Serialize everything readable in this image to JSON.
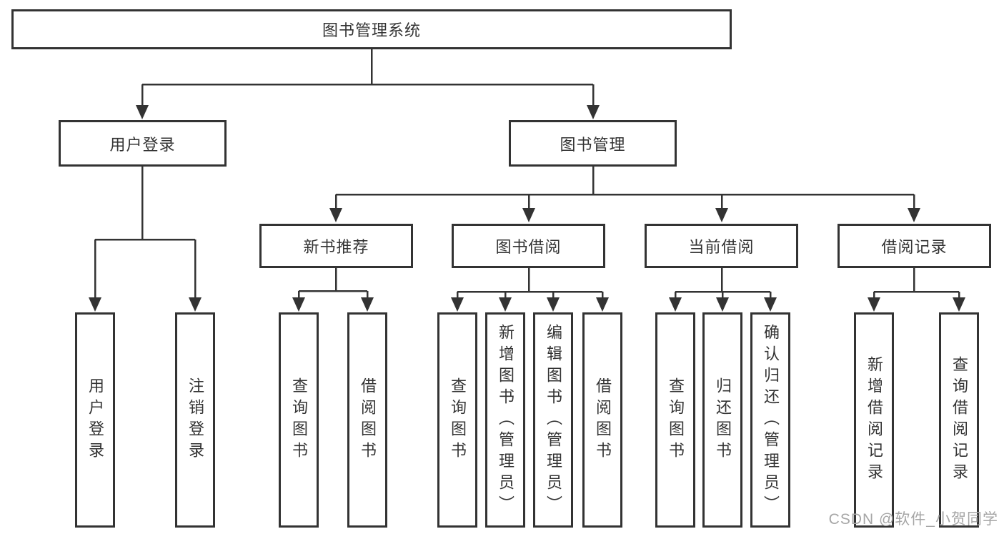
{
  "colors": {
    "line": "#333333",
    "text": "#333333",
    "box_background": "#ffffff",
    "background": "#ffffff",
    "watermark": "#a6a6a6"
  },
  "tree": {
    "label": "图书管理系统",
    "children": [
      {
        "label": "用户登录",
        "children": [
          {
            "label": "用户登录"
          },
          {
            "label": "注销登录"
          }
        ]
      },
      {
        "label": "图书管理",
        "children": [
          {
            "label": "新书推荐",
            "children": [
              {
                "label": "查询图书"
              },
              {
                "label": "借阅图书"
              }
            ]
          },
          {
            "label": "图书借阅",
            "children": [
              {
                "label": "查询图书"
              },
              {
                "label": "新增图书（管理员）"
              },
              {
                "label": "编辑图书（管理员）"
              },
              {
                "label": "借阅图书"
              }
            ]
          },
          {
            "label": "当前借阅",
            "children": [
              {
                "label": "查询图书"
              },
              {
                "label": "归还图书"
              },
              {
                "label": "确认归还（管理员）"
              }
            ]
          },
          {
            "label": "借阅记录",
            "children": [
              {
                "label": "新增借阅记录"
              },
              {
                "label": "查询借阅记录"
              }
            ]
          }
        ]
      }
    ]
  },
  "watermark": {
    "text": "CSDN @软件_小贺同学"
  }
}
